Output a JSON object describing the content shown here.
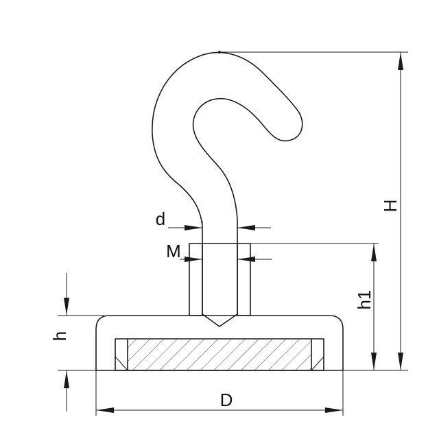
{
  "labels": {
    "d": "d",
    "M": "M",
    "H": "H",
    "h1": "h1",
    "h": "h",
    "D": "D"
  }
}
